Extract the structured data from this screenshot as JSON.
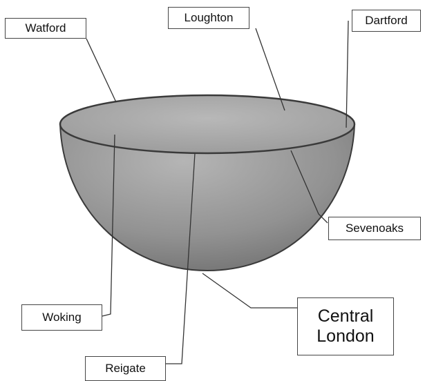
{
  "labels": {
    "watford": "Watford",
    "loughton": "Loughton",
    "dartford": "Dartford",
    "sevenoaks": "Sevenoaks",
    "woking": "Woking",
    "central_line1": "Central",
    "central_line2": "London",
    "reigate": "Reigate"
  },
  "colors": {
    "bowl_outer": "#8c8c8c",
    "bowl_rim_surface": "#a8a8a8",
    "outline": "#3a3a3a",
    "leader_line": "#333333"
  }
}
